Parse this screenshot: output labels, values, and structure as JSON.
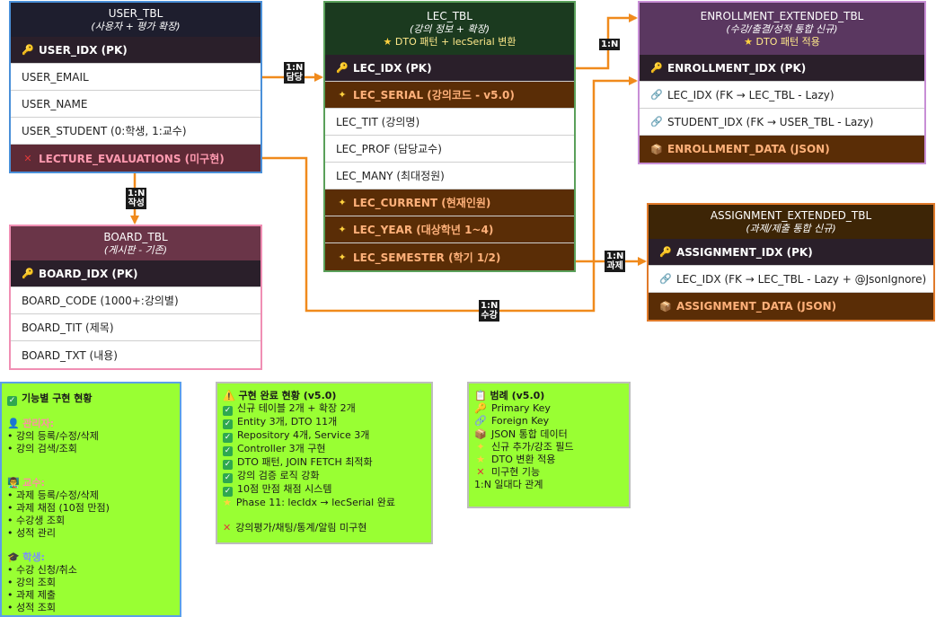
{
  "tables": {
    "user": {
      "title": "USER_TBL",
      "subtitle": "(사용자 + 평가 확장)",
      "rows": [
        {
          "text": "USER_IDX (PK)",
          "kind": "pk",
          "icon": "key-icon"
        },
        {
          "text": "USER_EMAIL",
          "kind": "plain"
        },
        {
          "text": "USER_NAME",
          "kind": "plain"
        },
        {
          "text": "USER_STUDENT (0:학생, 1:교수)",
          "kind": "plain"
        },
        {
          "text": "LECTURE_EVALUATIONS (미구현)",
          "kind": "unimplemented",
          "icon": "cross-icon"
        }
      ]
    },
    "lec": {
      "title": "LEC_TBL",
      "subtitle": "(강의 정보 + 확장)",
      "note": "DTO 패턴 + lecSerial 변환",
      "rows": [
        {
          "text": "LEC_IDX (PK)",
          "kind": "pk",
          "icon": "key-icon"
        },
        {
          "text": "LEC_SERIAL (강의코드 - v5.0)",
          "kind": "new",
          "icon": "sparkle-icon"
        },
        {
          "text": "LEC_TIT (강의명)",
          "kind": "plain"
        },
        {
          "text": "LEC_PROF (담당교수)",
          "kind": "plain"
        },
        {
          "text": "LEC_MANY (최대정원)",
          "kind": "plain"
        },
        {
          "text": "LEC_CURRENT (현재인원)",
          "kind": "new",
          "icon": "sparkle-icon"
        },
        {
          "text": "LEC_YEAR (대상학년 1~4)",
          "kind": "new",
          "icon": "sparkle-icon"
        },
        {
          "text": "LEC_SEMESTER (학기 1/2)",
          "kind": "new",
          "icon": "sparkle-icon"
        }
      ]
    },
    "enrollment": {
      "title": "ENROLLMENT_EXTENDED_TBL",
      "subtitle": "(수강/출결/성적 통합 신규)",
      "note": "DTO 패턴 적용",
      "rows": [
        {
          "text": "ENROLLMENT_IDX (PK)",
          "kind": "pk",
          "icon": "key-icon"
        },
        {
          "text": "LEC_IDX (FK → LEC_TBL - Lazy)",
          "kind": "fk",
          "icon": "link-icon"
        },
        {
          "text": "STUDENT_IDX (FK → USER_TBL - Lazy)",
          "kind": "fk",
          "icon": "link-icon"
        },
        {
          "text": "ENROLLMENT_DATA (JSON)",
          "kind": "json",
          "icon": "box-icon"
        }
      ]
    },
    "board": {
      "title": "BOARD_TBL",
      "subtitle": "(게시판 - 기존)",
      "rows": [
        {
          "text": "BOARD_IDX (PK)",
          "kind": "pk",
          "icon": "key-icon"
        },
        {
          "text": "BOARD_CODE (1000+:강의별)",
          "kind": "plain"
        },
        {
          "text": "BOARD_TIT (제목)",
          "kind": "plain"
        },
        {
          "text": "BOARD_TXT (내용)",
          "kind": "plain"
        }
      ]
    },
    "assignment": {
      "title": "ASSIGNMENT_EXTENDED_TBL",
      "subtitle": "(과제/제출 통합 신규)",
      "rows": [
        {
          "text": "ASSIGNMENT_IDX (PK)",
          "kind": "pk",
          "icon": "key-icon"
        },
        {
          "text": "LEC_IDX (FK → LEC_TBL - Lazy + @JsonIgnore)",
          "kind": "fk",
          "icon": "link-icon"
        },
        {
          "text": "ASSIGNMENT_DATA (JSON)",
          "kind": "json",
          "icon": "box-icon"
        }
      ]
    }
  },
  "relations": [
    {
      "label1": "1:N",
      "label2": "담당"
    },
    {
      "label1": "1:N",
      "label2": "작성"
    },
    {
      "label1": "1:N",
      "label2": ""
    },
    {
      "label1": "1:N",
      "label2": "과제"
    },
    {
      "label1": "1:N",
      "label2": "수강"
    }
  ],
  "notes": {
    "features": {
      "title": "기능별 구현 현황",
      "admin_title": "관리자:",
      "admin_items": [
        "• 강의 등록/수정/삭제",
        "• 강의 검색/조회"
      ],
      "prof_title": "교수:",
      "prof_items": [
        "• 과제 등록/수정/삭제",
        "• 과제 채점 (10점 만점)",
        "• 수강생 조회",
        "• 성적 관리"
      ],
      "student_title": "학생:",
      "student_items": [
        "• 수강 신청/취소",
        "• 강의 조회",
        "• 과제 제출",
        "• 성적 조회"
      ]
    },
    "status": {
      "title": "구현 완료 현황 (v5.0)",
      "items": [
        "신규 테이블 2개 + 확장 2개",
        "Entity 3개, DTO 11개",
        "Repository 4개, Service 3개",
        "Controller 3개 구현",
        "DTO 패턴, JOIN FETCH 최적화",
        "강의 검증 로직 강화",
        "10점 만점 채점 시스템"
      ],
      "phase": "Phase 11: lecIdx → lecSerial 완료",
      "pending": "강의평가/채팅/통계/알림 미구현"
    },
    "legend": {
      "title": "범례 (v5.0)",
      "items": [
        {
          "icon": "key-icon",
          "text": "Primary Key"
        },
        {
          "icon": "link-icon",
          "text": "Foreign Key"
        },
        {
          "icon": "box-icon",
          "text": "JSON 통합 데이터"
        },
        {
          "icon": "sparkle-icon",
          "text": "신규 추가/강조 필드"
        },
        {
          "icon": "star-icon",
          "text": "DTO 변환 적용"
        },
        {
          "icon": "cross-icon",
          "text": "미구현 기능"
        }
      ],
      "relation": "1:N 일대다 관계"
    }
  },
  "colors": {
    "user_header": "#1e1e2e",
    "user_border": "#4a90d9",
    "lec_header": "#1b3a1f",
    "lec_border": "#5aa05a",
    "enroll_header": "#5a3760",
    "enroll_border": "#c88ed6",
    "board_header": "#6a3548",
    "board_border": "#f08fb4",
    "assign_header": "#3d2506",
    "assign_border": "#e07a2a",
    "edge": "#f08a1c",
    "note_bg": "#99ff33"
  }
}
